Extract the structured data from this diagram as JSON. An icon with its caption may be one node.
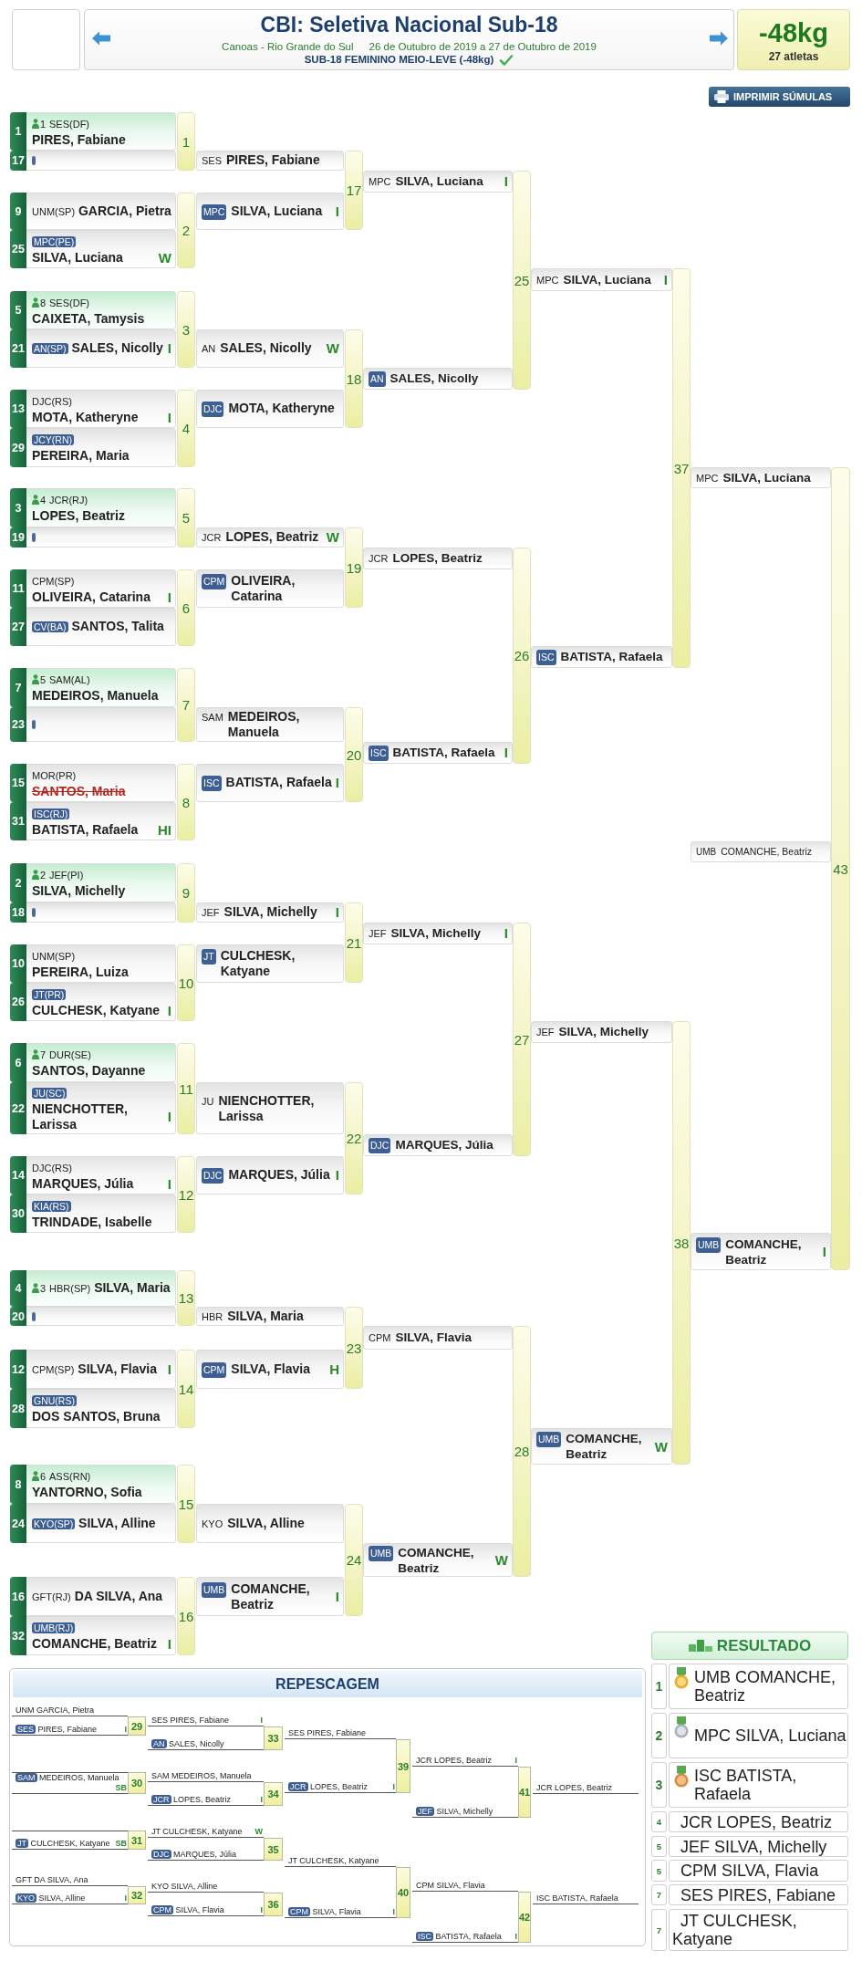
{
  "diagram": {
    "title": "CBI: Seletiva Nacional Sub-18",
    "nodes": [
      {
        "text": [],
        "shape": "box"
      },
      {
        "text": [
          "Canoas - Rio Grande do Sul",
          "26 de Outubro de 2019 a 27 de Outubro de 2019",
          "SUB-18 FEMININO MEIO-LEVE (-48kg)"
        ]
      },
      {
        "text": [
          "-48kg",
          "27 atletas"
        ]
      },
      {
        "text": [
          "1",
          "1",
          "SES(DF)",
          "PIRES, Fabiane"
        ]
      },
      {
        "text": [
          "17"
        ]
      },
      {
        "text": [
          "1"
        ]
      },
      {
        "text": [
          "9",
          "UNM(SP)",
          "GARCIA, Pietra"
        ]
      },
      {
        "text": [
          "25",
          "MPC(PE)",
          "SILVA, Luciana",
          "W"
        ]
      },
      {
        "text": [
          "2"
        ]
      },
      {
        "text": [
          "5",
          "8",
          "SES(DF)",
          "CAIXETA, Tamysis"
        ]
      },
      {
        "text": [
          "21",
          "AN(SP)",
          "SALES, Nicolly",
          "I"
        ]
      },
      {
        "text": [
          "3"
        ]
      },
      {
        "text": [
          "13",
          "DJC(RS)",
          "MOTA, Katheryne",
          "I"
        ]
      },
      {
        "text": [
          "29",
          "JCY(RN)",
          "PEREIRA, Maria"
        ]
      },
      {
        "text": [
          "4"
        ]
      },
      {
        "text": [
          "3",
          "4",
          "JCR(RJ)",
          "LOPES, Beatriz"
        ]
      },
      {
        "text": [
          "19"
        ]
      },
      {
        "text": [
          "5"
        ]
      },
      {
        "text": [
          "11",
          "CPM(SP)",
          "OLIVEIRA, Catarina",
          "I"
        ]
      },
      {
        "text": [
          "27",
          "CV(BA)",
          "SANTOS, Talita"
        ]
      },
      {
        "text": [
          "6"
        ]
      },
      {
        "text": [
          "7",
          "5",
          "SAM(AL)",
          "MEDEIROS, Manuela"
        ]
      },
      {
        "text": [
          "23"
        ]
      },
      {
        "text": [
          "7"
        ]
      },
      {
        "text": [
          "15",
          "MOR(PR)",
          "SANTOS, Maria"
        ]
      },
      {
        "text": [
          "31",
          "ISC(RJ)",
          "BATISTA, Rafaela",
          "HI"
        ]
      },
      {
        "text": [
          "8"
        ]
      },
      {
        "text": [
          "2",
          "2",
          "JEF(PI)",
          "SILVA, Michelly"
        ]
      },
      {
        "text": [
          "18"
        ]
      },
      {
        "text": [
          "9"
        ]
      },
      {
        "text": [
          "10",
          "UNM(SP)",
          "PEREIRA, Luiza"
        ]
      },
      {
        "text": [
          "26",
          "JT(PR)",
          "CULCHESK, Katyane",
          "I"
        ]
      },
      {
        "text": [
          "10"
        ]
      },
      {
        "text": [
          "6",
          "7",
          "DUR(SE)",
          "SANTOS, Dayanne"
        ]
      },
      {
        "text": [
          "22",
          "JU(SC)",
          "NIENCHOTTER, Larissa",
          "I"
        ]
      },
      {
        "text": [
          "11"
        ]
      },
      {
        "text": [
          "14",
          "DJC(RS)",
          "MARQUES, Júlia",
          "I"
        ]
      },
      {
        "text": [
          "30",
          "KIA(RS)",
          "TRINDADE, Isabelle"
        ]
      },
      {
        "text": [
          "12"
        ]
      },
      {
        "text": [
          "4",
          "3",
          "HBR(SP)",
          "SILVA, Maria"
        ]
      },
      {
        "text": [
          "20"
        ]
      },
      {
        "text": [
          "13"
        ]
      },
      {
        "text": [
          "12",
          "CPM(SP)",
          "SILVA, Flavia",
          "I"
        ]
      },
      {
        "text": [
          "28",
          "GNU(RS)",
          "DOS SANTOS, Bruna"
        ]
      },
      {
        "text": [
          "14"
        ]
      },
      {
        "text": [
          "8",
          "6",
          "ASS(RN)",
          "YANTORNO, Sofia"
        ]
      },
      {
        "text": [
          "24",
          "KYO(SP)",
          "SILVA, Alline"
        ]
      },
      {
        "text": [
          "15"
        ]
      },
      {
        "text": [
          "16",
          "GFT(RJ)",
          "DA SILVA, Ana"
        ]
      },
      {
        "text": [
          "32",
          "UMB(RJ)",
          "COMANCHE, Beatriz",
          "I"
        ]
      },
      {
        "text": [
          "16"
        ]
      },
      {
        "text": [
          "SES",
          "PIRES, Fabiane"
        ]
      },
      {
        "text": [
          "MPC",
          "SILVA, Luciana",
          "I"
        ]
      },
      {
        "text": [
          "17"
        ]
      },
      {
        "text": [
          "AN",
          "SALES, Nicolly",
          "W"
        ]
      },
      {
        "text": [
          "DJC",
          "MOTA, Katheryne"
        ]
      },
      {
        "text": [
          "18"
        ]
      },
      {
        "text": [
          "JCR",
          "LOPES, Beatriz",
          "W"
        ]
      },
      {
        "text": [
          "CPM",
          "OLIVEIRA, Catarina"
        ]
      },
      {
        "text": [
          "19"
        ]
      },
      {
        "text": [
          "SAM",
          "MEDEIROS, Manuela"
        ]
      },
      {
        "text": [
          "ISC",
          "BATISTA, Rafaela",
          "I"
        ]
      },
      {
        "text": [
          "20"
        ]
      },
      {
        "text": [
          "JEF",
          "SILVA, Michelly",
          "I"
        ]
      },
      {
        "text": [
          "JT",
          "CULCHESK, Katyane"
        ]
      },
      {
        "text": [
          "21"
        ]
      },
      {
        "text": [
          "JU",
          "NIENCHOTTER, Larissa"
        ]
      },
      {
        "text": [
          "DJC",
          "MARQUES, Júlia",
          "I"
        ]
      },
      {
        "text": [
          "22"
        ]
      },
      {
        "text": [
          "HBR",
          "SILVA, Maria"
        ]
      },
      {
        "text": [
          "CPM",
          "SILVA, Flavia",
          "H"
        ]
      },
      {
        "text": [
          "23"
        ]
      },
      {
        "text": [
          "KYO",
          "SILVA, Alline"
        ]
      },
      {
        "text": [
          "UMB",
          "COMANCHE, Beatriz",
          "I"
        ]
      },
      {
        "text": [
          "24"
        ]
      },
      {
        "text": [
          "MPC",
          "SILVA, Luciana",
          "I"
        ]
      },
      {
        "text": [
          "AN",
          "SALES, Nicolly"
        ]
      },
      {
        "text": [
          "25"
        ]
      },
      {
        "text": [
          "JCR",
          "LOPES, Beatriz"
        ]
      },
      {
        "text": [
          "ISC",
          "BATISTA, Rafaela",
          "I"
        ]
      },
      {
        "text": [
          "26"
        ]
      },
      {
        "text": [
          "JEF",
          "SILVA, Michelly",
          "I"
        ]
      },
      {
        "text": [
          "DJC",
          "MARQUES, Júlia"
        ]
      },
      {
        "text": [
          "27"
        ]
      },
      {
        "text": [
          "CPM",
          "SILVA, Flavia"
        ]
      },
      {
        "text": [
          "UMB",
          "COMANCHE, Beatriz",
          "W"
        ]
      },
      {
        "text": [
          "28"
        ]
      },
      {
        "text": [
          "MPC",
          "SILVA, Luciana",
          "I"
        ]
      },
      {
        "text": [
          "ISC",
          "BATISTA, Rafaela"
        ]
      },
      {
        "text": [
          "37"
        ]
      },
      {
        "text": [
          "JEF",
          "SILVA, Michelly"
        ]
      },
      {
        "text": [
          "UMB",
          "COMANCHE, Beatriz",
          "W"
        ]
      },
      {
        "text": [
          "38"
        ]
      },
      {
        "text": [
          "MPC",
          "SILVA, Luciana"
        ]
      },
      {
        "text": [
          "UMB",
          "COMANCHE, Beatriz",
          "I"
        ]
      },
      {
        "text": [
          "43"
        ]
      },
      {
        "text": [
          "UMB",
          "COMANCHE, Beatriz"
        ]
      },
      {
        "text": [
          "REPESCAGEM"
        ]
      },
      {
        "text": [
          "UNM",
          "GARCIA, Pietra"
        ],
        "in": 97
      },
      {
        "text": [
          "SES",
          "PIRES, Fabiane",
          "I"
        ],
        "in": 97
      },
      {
        "text": [
          "29"
        ],
        "in": 97
      },
      {
        "text": [],
        "shape": "line",
        "in": 97
      },
      {
        "text": [
          "SAM",
          "MEDEIROS, Manuela",
          "SB"
        ],
        "in": 97
      },
      {
        "text": [
          "30"
        ],
        "in": 97
      },
      {
        "text": [],
        "shape": "line",
        "in": 97
      },
      {
        "text": [
          "JT",
          "CULCHESK, Katyane",
          "SB"
        ],
        "in": 97
      },
      {
        "text": [
          "31"
        ],
        "in": 97
      },
      {
        "text": [
          "GFT",
          "DA SILVA, Ana"
        ],
        "in": 97
      },
      {
        "text": [
          "KYO",
          "SILVA, Alline",
          "I"
        ],
        "in": 97
      },
      {
        "text": [
          "32"
        ],
        "in": 97
      },
      {
        "text": [
          "SES",
          "PIRES, Fabiane",
          "I"
        ],
        "in": 97
      },
      {
        "text": [
          "AN",
          "SALES, Nicolly"
        ],
        "in": 97
      },
      {
        "text": [
          "33"
        ],
        "in": 97
      },
      {
        "text": [
          "SAM",
          "MEDEIROS, Manuela"
        ],
        "in": 97
      },
      {
        "text": [
          "JCR",
          "LOPES, Beatriz",
          "I"
        ],
        "in": 97
      },
      {
        "text": [
          "34"
        ],
        "in": 97
      },
      {
        "text": [
          "JT",
          "CULCHESK, Katyane",
          "W"
        ],
        "in": 97
      },
      {
        "text": [
          "DJC",
          "MARQUES, Júlia"
        ],
        "in": 97
      },
      {
        "text": [
          "35"
        ],
        "in": 97
      },
      {
        "text": [
          "KYO",
          "SILVA, Alline"
        ],
        "in": 97
      },
      {
        "text": [
          "CPM",
          "SILVA, Flavia",
          "I"
        ],
        "in": 97
      },
      {
        "text": [
          "36"
        ],
        "in": 97
      },
      {
        "text": [
          "SES",
          "PIRES, Fabiane"
        ],
        "in": 97
      },
      {
        "text": [
          "JCR",
          "LOPES, Beatriz",
          "I"
        ],
        "in": 97
      },
      {
        "text": [
          "39"
        ],
        "in": 97
      },
      {
        "text": [
          "JT",
          "CULCHESK, Katyane"
        ],
        "in": 97
      },
      {
        "text": [
          "CPM",
          "SILVA, Flavia",
          "I"
        ],
        "in": 97
      },
      {
        "text": [
          "40"
        ],
        "in": 97
      },
      {
        "text": [
          "JCR",
          "LOPES, Beatriz",
          "I"
        ],
        "in": 97
      },
      {
        "text": [
          "JEF",
          "SILVA, Michelly"
        ],
        "in": 97
      },
      {
        "text": [
          "41"
        ],
        "in": 97
      },
      {
        "text": [
          "CPM",
          "SILVA, Flavia"
        ],
        "in": 97
      },
      {
        "text": [
          "ISC",
          "BATISTA, Rafaela",
          "I"
        ],
        "in": 97
      },
      {
        "text": [
          "42"
        ],
        "in": 97
      },
      {
        "text": [
          "JCR",
          "LOPES, Beatriz"
        ],
        "in": 97
      },
      {
        "text": [
          "ISC",
          "BATISTA, Rafaela"
        ],
        "in": 97
      },
      {
        "text": [
          "RESULTADO"
        ]
      },
      {
        "text": [
          "1"
        ]
      },
      {
        "text": [
          "UMB COMANCHE, Beatriz"
        ]
      },
      {
        "text": [
          "2"
        ]
      },
      {
        "text": [
          "MPC SILVA, Luciana"
        ]
      },
      {
        "text": [
          "3"
        ]
      },
      {
        "text": [
          "ISC BATISTA, Rafaela"
        ]
      },
      {
        "text": [
          "4"
        ]
      },
      {
        "text": [
          "JCR LOPES, Beatriz"
        ]
      },
      {
        "text": [
          "5"
        ]
      },
      {
        "text": [
          "JEF SILVA, Michelly"
        ]
      },
      {
        "text": [
          "5"
        ]
      },
      {
        "text": [
          "CPM SILVA, Flavia"
        ]
      },
      {
        "text": [
          "7"
        ]
      },
      {
        "text": [
          "SES PIRES, Fabiane"
        ]
      },
      {
        "text": [
          "7"
        ]
      },
      {
        "text": [
          "JT CULCHESK, Katyane"
        ]
      }
    ],
    "labels": [
      "IMPRIMIR SÚMULAS"
    ]
  }
}
